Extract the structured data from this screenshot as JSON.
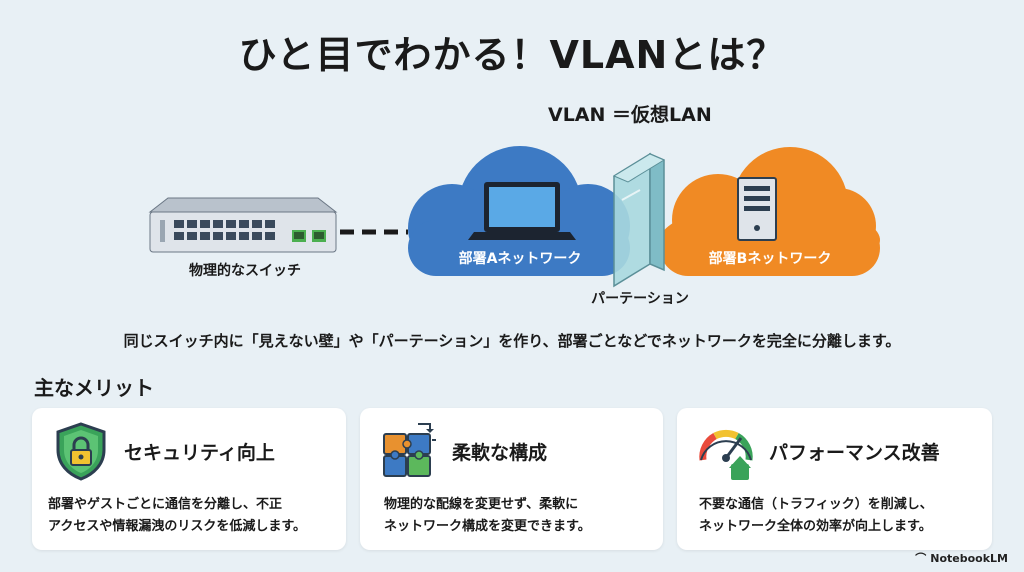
{
  "title": "ひと目でわかる！VLANとは？",
  "subtitle": "VLAN ＝仮想LAN",
  "diagram": {
    "switch_label": "物理的なスイッチ",
    "cloud_a_label": "部署Aネットワーク",
    "cloud_b_label": "部署Bネットワーク",
    "partition_label": "パーテーション",
    "icons": [
      "network-switch-icon",
      "laptop-icon",
      "server-icon",
      "glass-partition-icon"
    ],
    "colors": {
      "cloud_a": "#3d7ac4",
      "cloud_b": "#f08a24",
      "switch": "#d6dce4",
      "port_green": "#4caf50"
    }
  },
  "description": "同じスイッチ内に「見えない壁」や「パーテーション」を作り、部署ごとなどでネットワークを完全に分離します。",
  "merits": {
    "heading": "主なメリット",
    "cards": [
      {
        "title": "セキュリティ向上",
        "body": "部署やゲストごとに通信を分離し、不正\nアクセスや情報漏洩のリスクを低減します。",
        "icon": "shield-lock-icon"
      },
      {
        "title": "柔軟な構成",
        "body": "物理的な配線を変更せず、柔軟に\nネットワーク構成を変更できます。",
        "icon": "puzzle-icon"
      },
      {
        "title": "パフォーマンス改善",
        "body": "不要な通信（トラフィック）を削減し、\nネットワーク全体の効率が向上します。",
        "icon": "speedometer-icon"
      }
    ]
  },
  "watermark": "NotebookLM"
}
